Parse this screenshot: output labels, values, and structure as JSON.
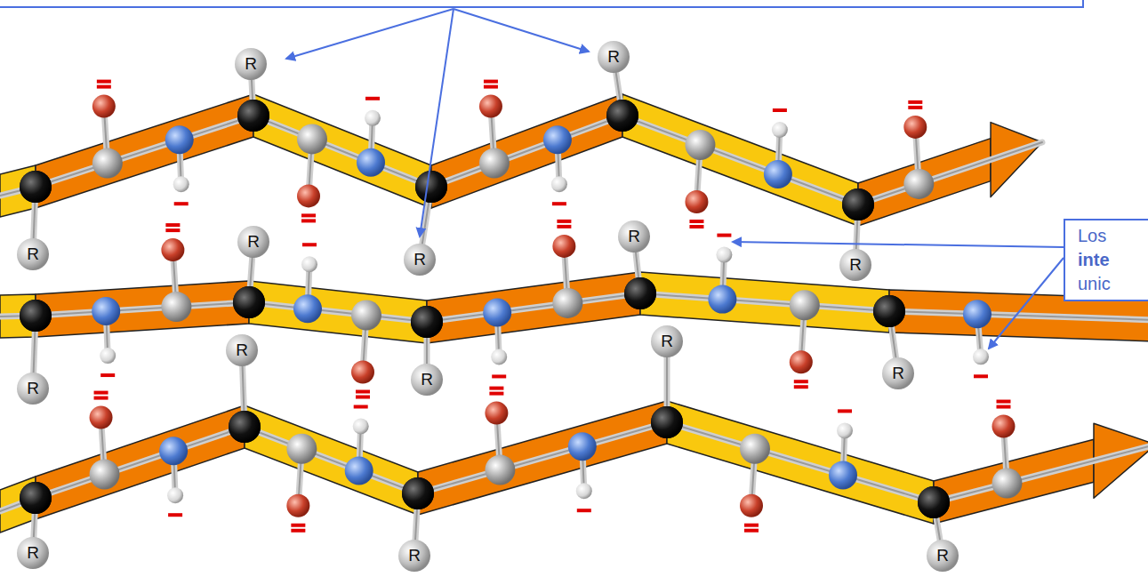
{
  "diagram": {
    "nodes": [
      {
        "text": [
          "Los",
          "inte",
          "unic"
        ]
      }
    ],
    "labels": [
      "R",
      "R",
      "R",
      "R",
      "R",
      "R",
      "R",
      "R",
      "R",
      "R",
      "R",
      "R",
      "R",
      "R",
      "R"
    ]
  }
}
